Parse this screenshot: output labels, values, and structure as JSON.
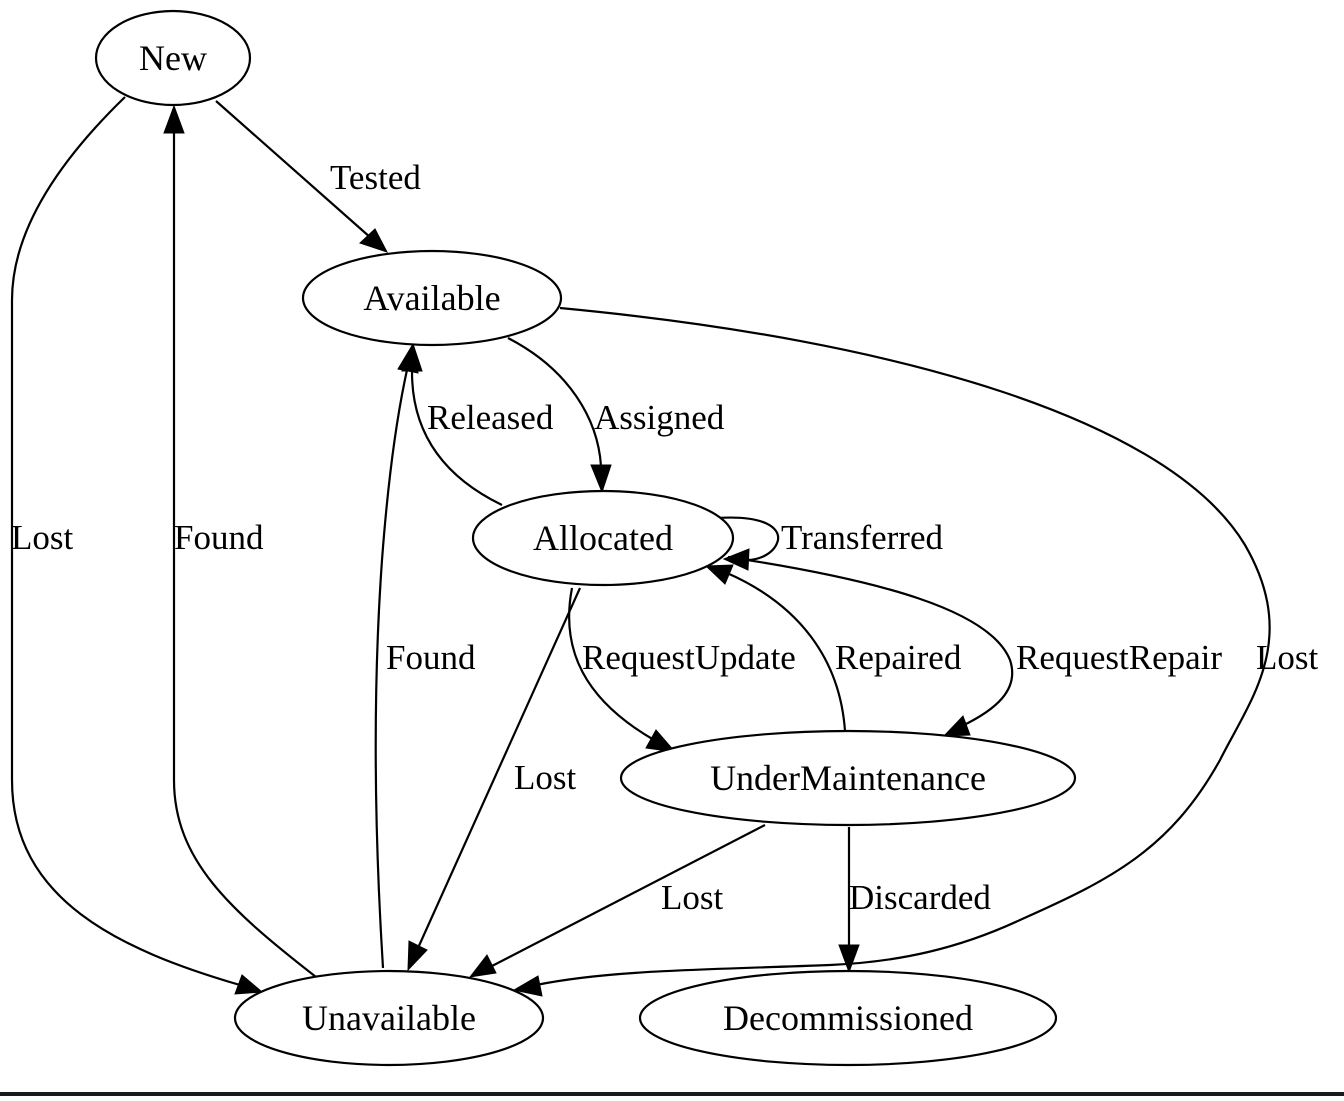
{
  "diagram": {
    "nodes": {
      "new": "New",
      "available": "Available",
      "allocated": "Allocated",
      "under_maintenance": "UnderMaintenance",
      "unavailable": "Unavailable",
      "decommissioned": "Decommissioned"
    },
    "edges": [
      {
        "from": "New",
        "to": "Available",
        "label": "Tested"
      },
      {
        "from": "New",
        "to": "Unavailable",
        "label": "Lost"
      },
      {
        "from": "Unavailable",
        "to": "New",
        "label": "Found"
      },
      {
        "from": "Available",
        "to": "Allocated",
        "label": "Assigned"
      },
      {
        "from": "Allocated",
        "to": "Available",
        "label": "Released"
      },
      {
        "from": "Available",
        "to": "Unavailable",
        "label": "Lost"
      },
      {
        "from": "Unavailable",
        "to": "Available",
        "label": "Found"
      },
      {
        "from": "Allocated",
        "to": "Allocated",
        "label": "Transferred"
      },
      {
        "from": "Allocated",
        "to": "UnderMaintenance",
        "label": "RequestUpdate"
      },
      {
        "from": "UnderMaintenance",
        "to": "Allocated",
        "label": "Repaired"
      },
      {
        "from": "Allocated",
        "to": "UnderMaintenance",
        "label": "RequestRepair"
      },
      {
        "from": "Allocated",
        "to": "Unavailable",
        "label": "Lost"
      },
      {
        "from": "UnderMaintenance",
        "to": "Unavailable",
        "label": "Lost"
      },
      {
        "from": "UnderMaintenance",
        "to": "Decommissioned",
        "label": "Discarded"
      }
    ]
  }
}
